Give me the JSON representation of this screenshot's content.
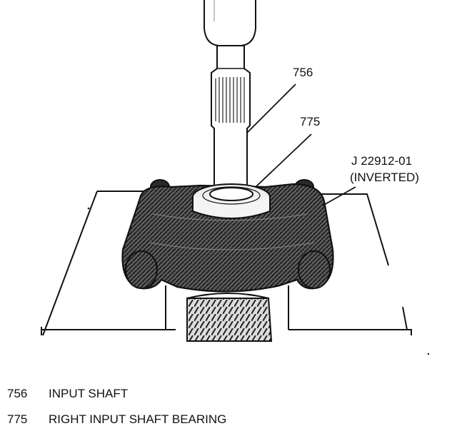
{
  "callouts": {
    "input_shaft": "756",
    "bearing": "775",
    "tool_line1": "J 22912-01",
    "tool_line2": "(INVERTED)"
  },
  "legend": [
    {
      "num": "756",
      "text": "INPUT SHAFT"
    },
    {
      "num": "775",
      "text": "RIGHT INPUT SHAFT BEARING"
    }
  ],
  "colors": {
    "ink": "#111111",
    "paper": "#ffffff",
    "tool_body": "#3a3a3a",
    "steel": "#e8e8e8"
  }
}
